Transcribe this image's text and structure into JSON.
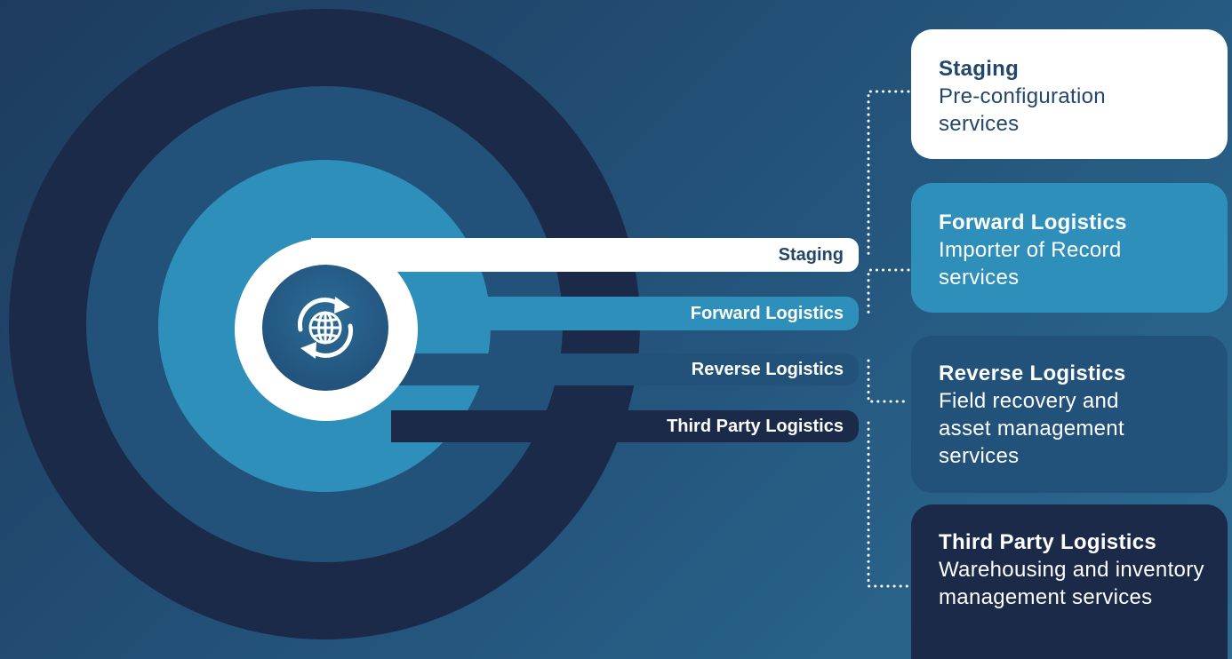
{
  "diagram": {
    "bars": [
      {
        "label": "Staging"
      },
      {
        "label": "Forward Logistics"
      },
      {
        "label": "Reverse Logistics"
      },
      {
        "label": "Third Party Logistics"
      }
    ],
    "cards": [
      {
        "title": "Staging",
        "description": "Pre-configuration services"
      },
      {
        "title": "Forward Logistics",
        "description": "Importer of Record services"
      },
      {
        "title": "Reverse Logistics",
        "description": "Field recovery and asset management services"
      },
      {
        "title": "Third Party Logistics",
        "description": "Warehousing and inventory management services"
      }
    ],
    "center_icon": "globe-with-cycle-arrows-icon"
  },
  "colors": {
    "staging": "#ffffff",
    "forward_logistics": "#2e8fbb",
    "reverse_logistics": "#225279",
    "third_party_logistics": "#1b2a48",
    "text_dark": "#23466b",
    "connector": "#ffffff"
  }
}
